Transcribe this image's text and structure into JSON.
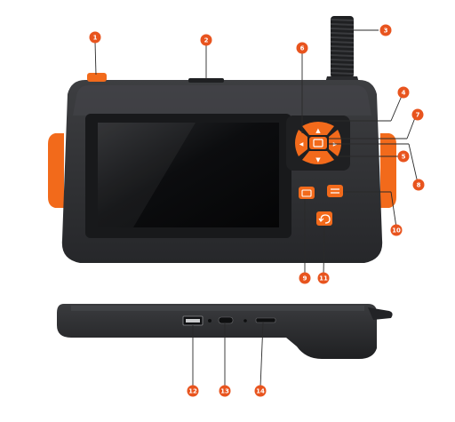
{
  "colors": {
    "body": "#2e2f31",
    "body_light": "#3b3c3f",
    "bezel": "#1c1d1f",
    "screen": "#0b0c0e",
    "accent": "#f26a1b",
    "callout": "#e8541e",
    "leader": "#2a2a2a"
  },
  "icons": {
    "up": "arrow-up-icon",
    "down": "arrow-down-icon",
    "left": "arrow-left-icon",
    "right": "arrow-right-icon",
    "ok": "ok-icon",
    "camera": "camera-icon",
    "back": "back-icon",
    "menu": "menu-icon"
  },
  "callouts": [
    {
      "id": "1",
      "label": "1"
    },
    {
      "id": "2",
      "label": "2"
    },
    {
      "id": "3",
      "label": "3"
    },
    {
      "id": "4",
      "label": "4"
    },
    {
      "id": "5",
      "label": "5"
    },
    {
      "id": "6",
      "label": "6"
    },
    {
      "id": "7",
      "label": "7"
    },
    {
      "id": "8",
      "label": "8"
    },
    {
      "id": "9",
      "label": "9"
    },
    {
      "id": "10",
      "label": "10"
    },
    {
      "id": "11",
      "label": "11"
    },
    {
      "id": "12",
      "label": "12"
    },
    {
      "id": "13",
      "label": "13"
    },
    {
      "id": "14",
      "label": "14"
    }
  ]
}
